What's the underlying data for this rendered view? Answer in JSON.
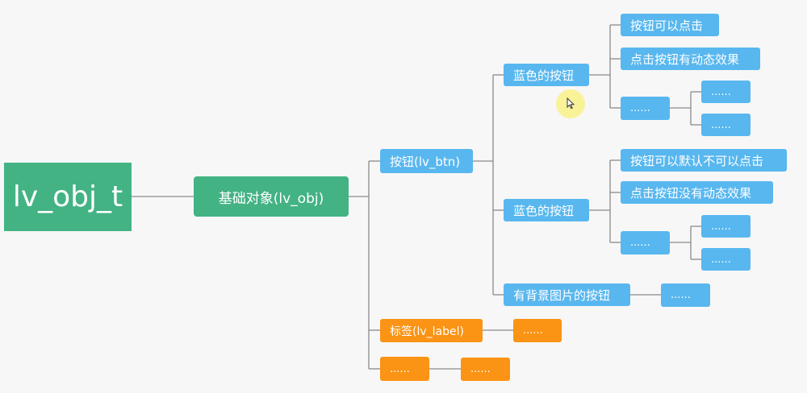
{
  "root": {
    "label": "lv_obj_t"
  },
  "base": {
    "label": "基础对象(lv_obj)"
  },
  "button": {
    "label": "按钮(lv_btn)",
    "children": [
      {
        "label": "蓝色的按钮",
        "items": [
          "按钮可以点击",
          "点击按钮有动态效果",
          "......"
        ],
        "sub": [
          "......",
          "......"
        ]
      },
      {
        "label": "蓝色的按钮",
        "items": [
          "按钮可以默认不可以点击",
          "点击按钮没有动态效果",
          "......"
        ],
        "sub": [
          "......",
          "......"
        ]
      },
      {
        "label": "有背景图片的按钮",
        "items": [
          "......"
        ]
      }
    ]
  },
  "label_node": {
    "label": "标签(lv_label)",
    "child": "......"
  },
  "more": {
    "label": "......",
    "child": "......"
  },
  "colors": {
    "green": "#43b384",
    "blue": "#58b7ef",
    "orange": "#fb9314",
    "connector": "#8a8a8a",
    "background": "#f7f7f7"
  },
  "icons": {
    "cursor": "mouse-pointer-icon"
  }
}
